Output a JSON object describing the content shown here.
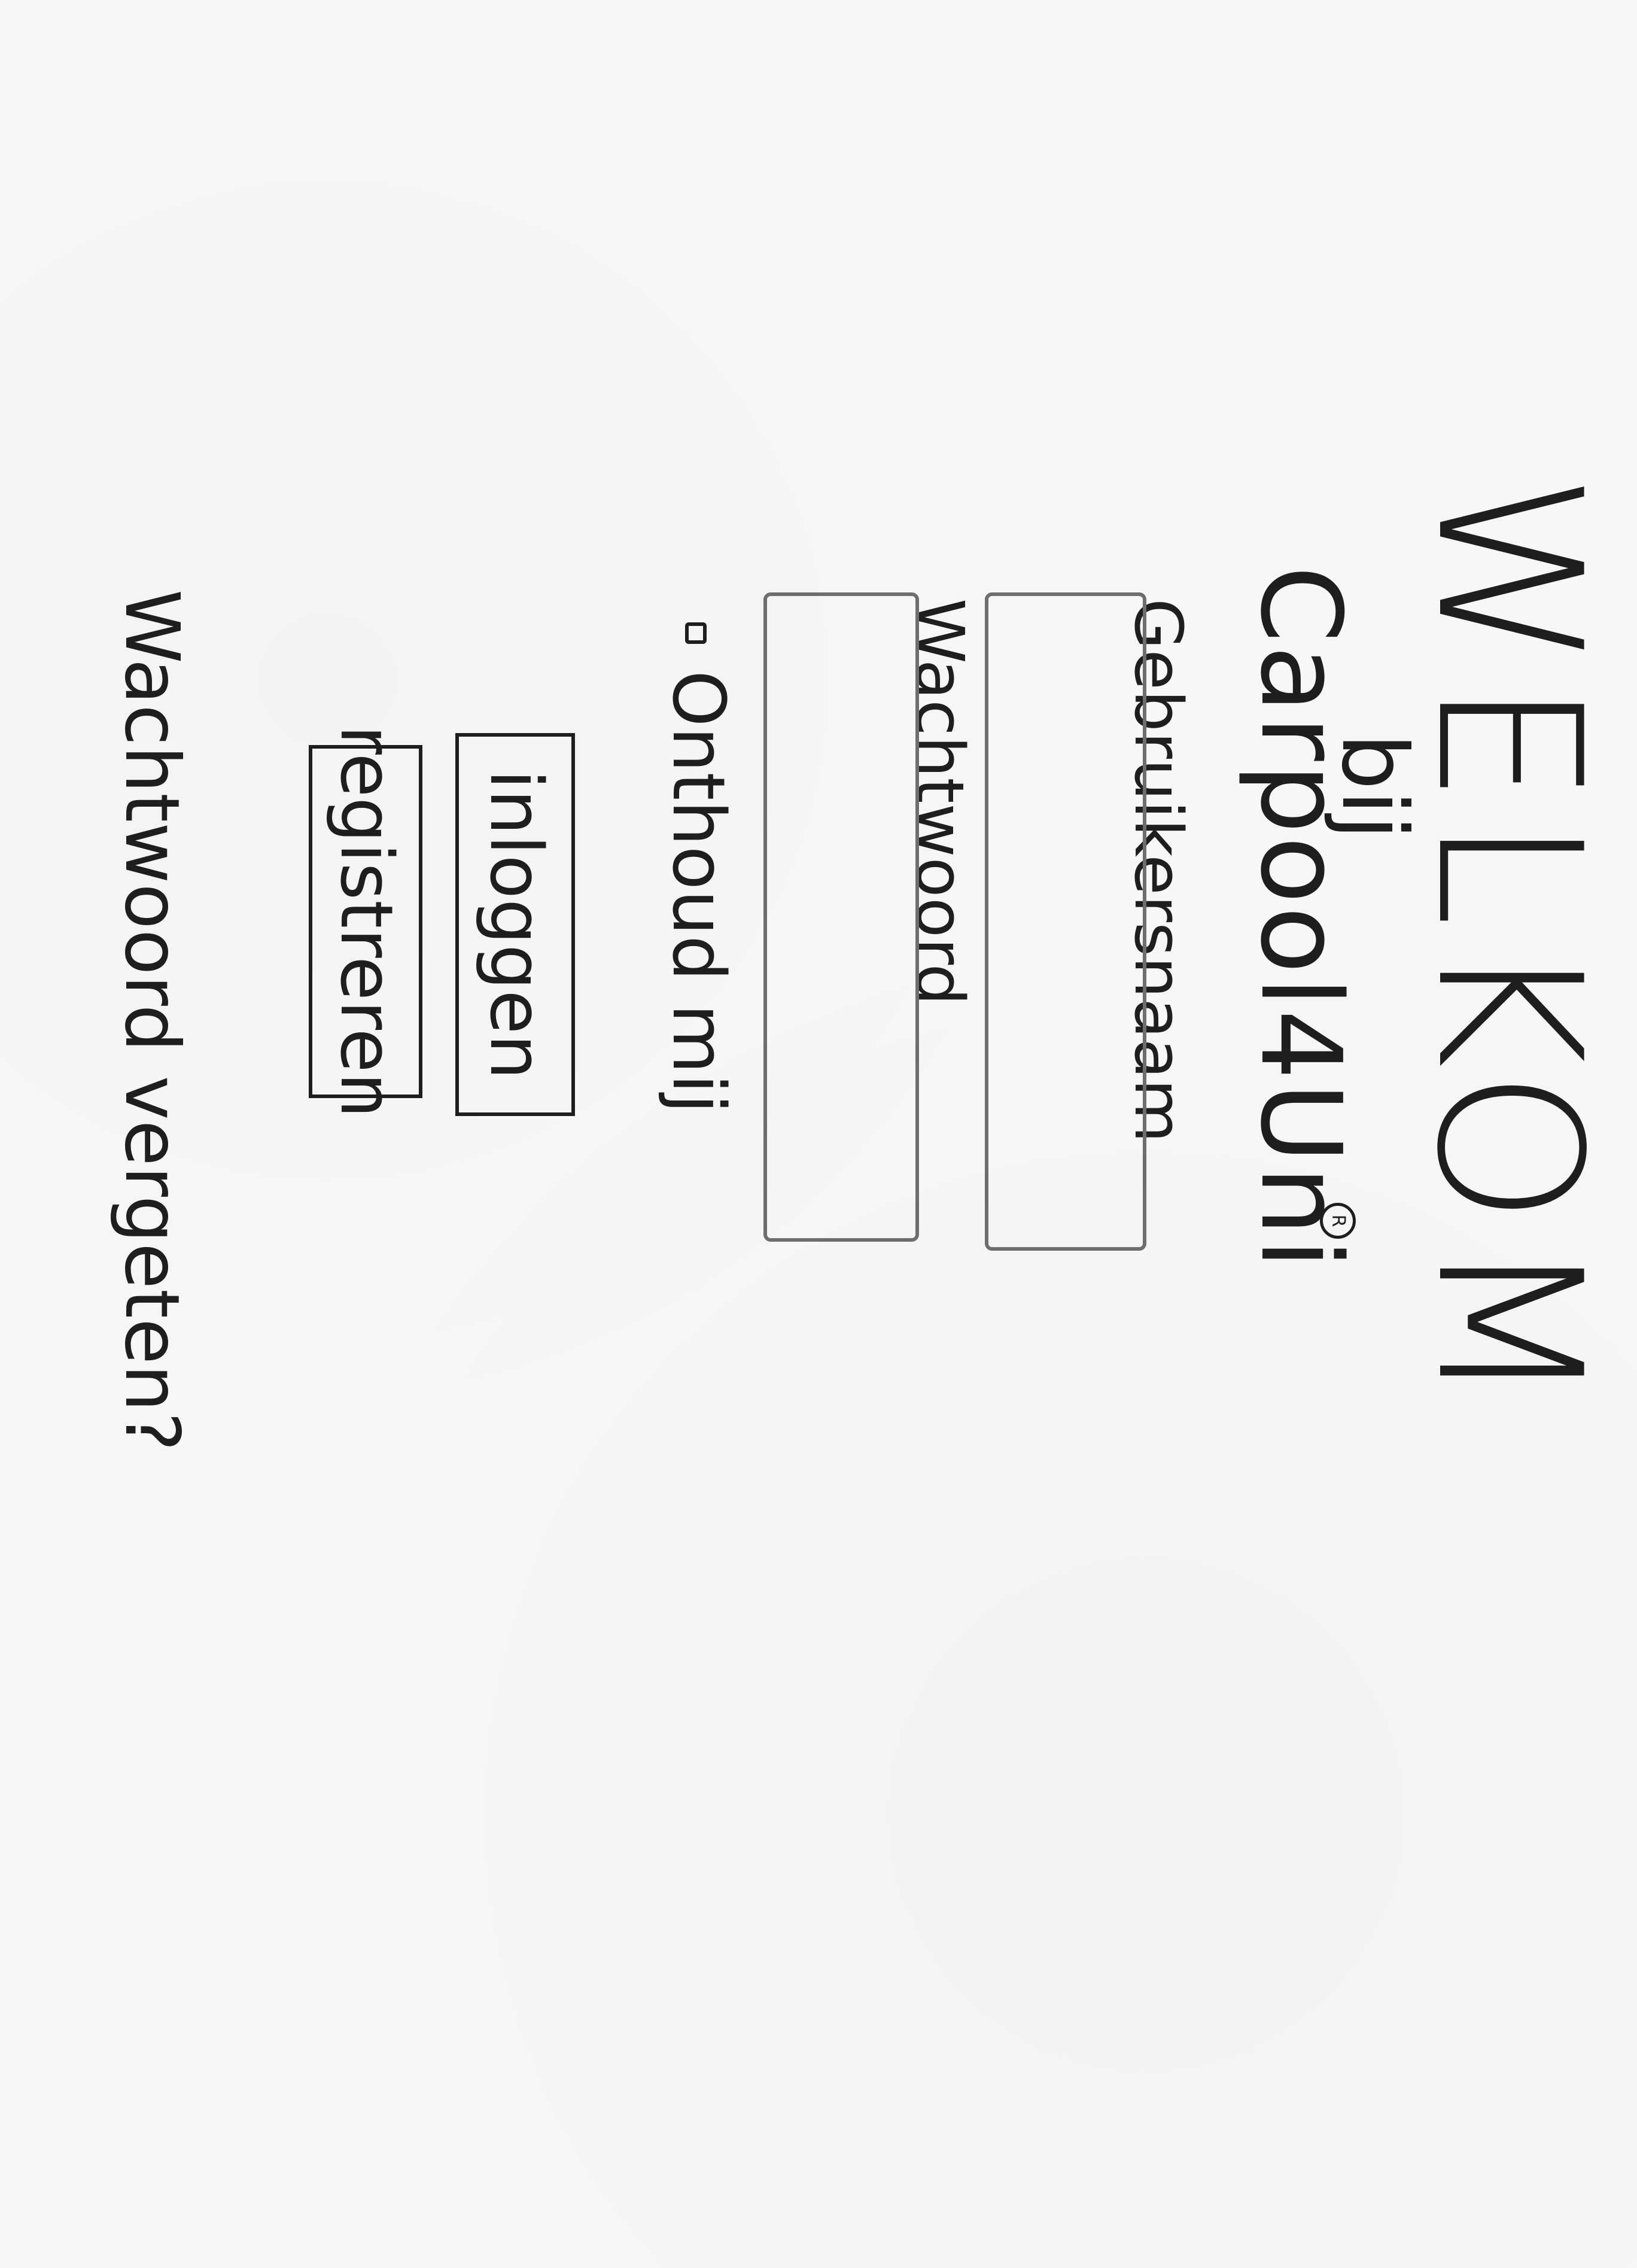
{
  "header": {
    "welcome": "WELKOM",
    "connector": "bij",
    "app_name": "Carpool4Uni",
    "registered_mark": "R"
  },
  "form": {
    "username_label": "Gebruikersnaam",
    "username_value": "",
    "password_label": "Wachtwoord",
    "password_value": "",
    "remember_label": "Onthoud mij",
    "remember_checked": false
  },
  "actions": {
    "login_label": "inloggen",
    "register_label": "registreren",
    "forgot_label": "Wachtwoord vergeten?"
  }
}
